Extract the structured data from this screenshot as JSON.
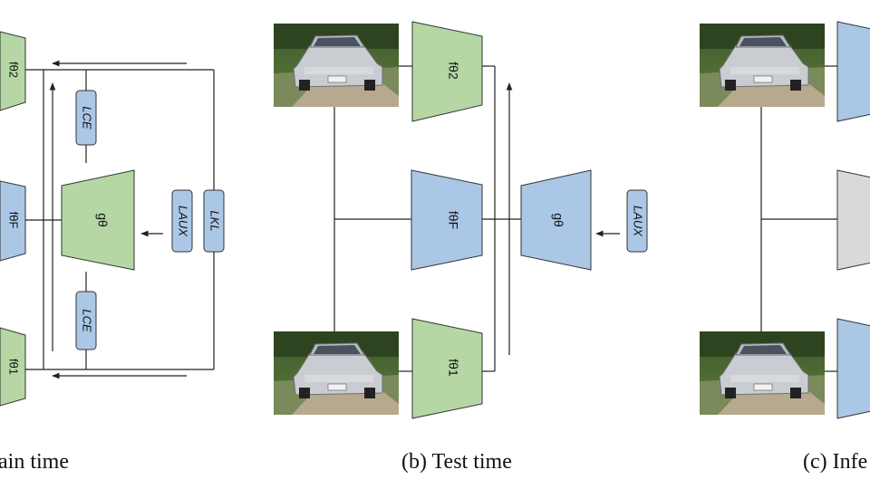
{
  "panels": {
    "a": {
      "caption": "ain time",
      "labels": {
        "encoder_top": "fθ2",
        "encoder_mid": "fθF",
        "encoder_bottom": "fθ1",
        "generator": "gθ",
        "loss_ce_top": "LCE",
        "loss_ce_bottom": "LCE",
        "loss_aux": "LAUX",
        "loss_kl": "LKL"
      }
    },
    "b": {
      "caption": "(b) Test time",
      "labels": {
        "encoder_top": "fθ2",
        "encoder_mid": "fθF",
        "encoder_bottom": "fθ1",
        "generator": "gθ",
        "loss_aux": "LAUX"
      }
    },
    "c": {
      "caption": "(c) Infe"
    }
  },
  "colors": {
    "green": "#b5d7a3",
    "blue": "#abc7e6",
    "gray": "#d9d9d9",
    "edge": "#333333",
    "line": "#222222"
  },
  "icons": [
    "car-photo-icon"
  ]
}
